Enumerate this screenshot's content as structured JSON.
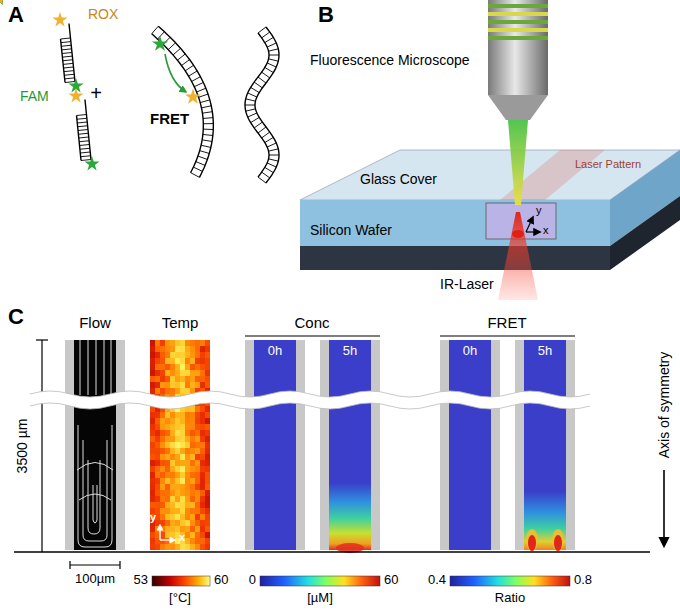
{
  "diagram": {
    "labels": [
      "A",
      "ROX",
      "FAM",
      "+",
      "FRET",
      "B",
      "Fluorescence Microscope",
      "Laser Pattern",
      "Glass Cover",
      "x",
      "y",
      "Silicon Wafer",
      "IR-Laser",
      "C",
      "Flow",
      "Temp",
      "Conc",
      "FRET",
      "0h",
      "5h",
      "0h",
      "5h",
      "3500 µm",
      "x",
      "y",
      "Axis of symmetry",
      "100µm",
      "53",
      "60",
      "[°C]",
      "0",
      "60",
      "[µM]",
      "0.4",
      "0.8",
      "Ratio"
    ]
  }
}
